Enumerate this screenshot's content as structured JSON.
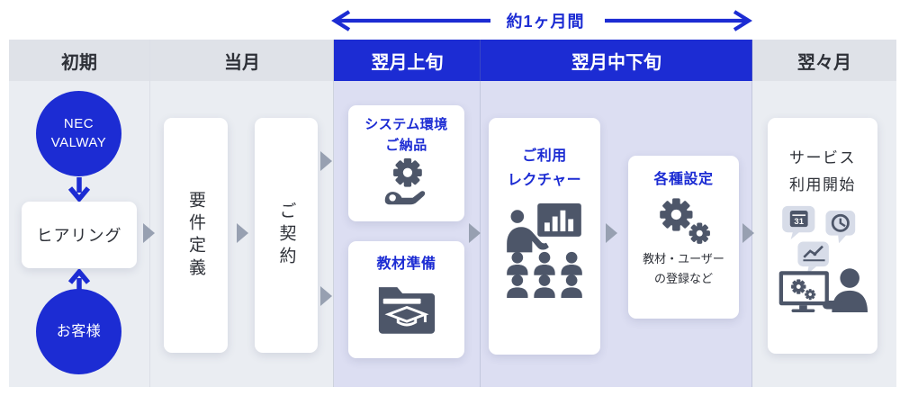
{
  "header": {
    "duration_label": "約1ヶ月間",
    "phases": [
      {
        "label": "初期",
        "variant": "gray"
      },
      {
        "label": "当月",
        "variant": "gray"
      },
      {
        "label": "翌月上旬",
        "variant": "blue"
      },
      {
        "label": "翌月中下旬",
        "variant": "blue"
      },
      {
        "label": "翌々月",
        "variant": "gray"
      }
    ]
  },
  "phase_initial": {
    "provider_line1": "NEC",
    "provider_line2": "VALWAY",
    "hearing_label": "ヒアリング",
    "customer_label": "お客様"
  },
  "phase_current_month": {
    "requirements_label": "要件定義",
    "contract_label": "ご契約"
  },
  "phase_early_next_month": {
    "delivery_line1": "システム環境",
    "delivery_line2": "ご納品",
    "materials_label": "教材準備"
  },
  "phase_mid_next_month": {
    "lecture_line1": "ご利用",
    "lecture_line2": "レクチャー",
    "settings_title": "各種設定",
    "settings_note_line1": "教材・ユーザー",
    "settings_note_line2": "の登録など"
  },
  "phase_month_after_next": {
    "service_line1": "サービス",
    "service_line2": "利用開始",
    "calendar_day": "31"
  },
  "icons": {
    "delivery": "gear-on-hand-icon",
    "materials": "training-folder-icon",
    "lecture": "lecture-presentation-icon",
    "settings": "gears-icon",
    "service": "person-at-desk-icon",
    "flow": "flow-arrow-icon"
  },
  "colors": {
    "brand_blue": "#1c2cd3",
    "icon_slate": "#4d5669",
    "flow_arrow_gray": "#97a0b1",
    "column_gray_header": "#dfe2e8",
    "column_gray_body": "#eaedf2",
    "column_lavender_body": "#dcdef2",
    "text_dark": "#2e3138",
    "bubble_light": "#d7dce8",
    "box_white": "#ffffff"
  }
}
